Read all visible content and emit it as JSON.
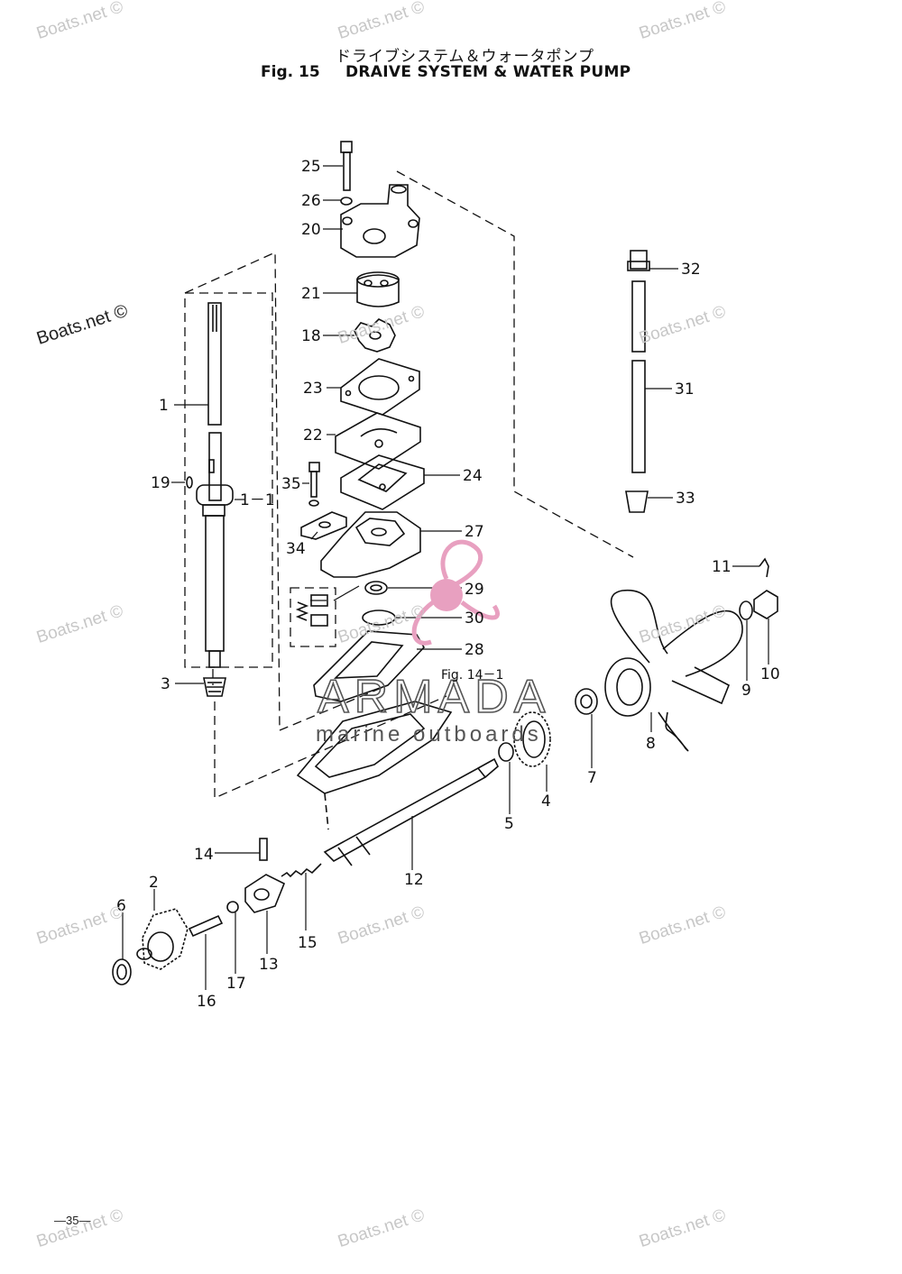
{
  "header": {
    "title_jp": "ドライブシステム＆ウォータポンプ",
    "fig_label": "Fig. 15",
    "title_en": "DRAIVE SYSTEM & WATER PUMP"
  },
  "watermark": {
    "text": "Boats.net ©"
  },
  "logo": {
    "name": "ARMADA",
    "subtitle": "marine outboards",
    "accent_color": "#e8a0c0"
  },
  "page_number": "—35—",
  "reference": "Fig. 14－1",
  "part_labels": [
    "25",
    "26",
    "20",
    "21",
    "18",
    "23",
    "22",
    "24",
    "35",
    "27",
    "34",
    "29",
    "30",
    "28",
    "1",
    "19",
    "1－1",
    "3",
    "32",
    "31",
    "33",
    "11",
    "9",
    "10",
    "8",
    "7",
    "4",
    "5",
    "12",
    "14",
    "2",
    "6",
    "16",
    "17",
    "13",
    "15"
  ]
}
